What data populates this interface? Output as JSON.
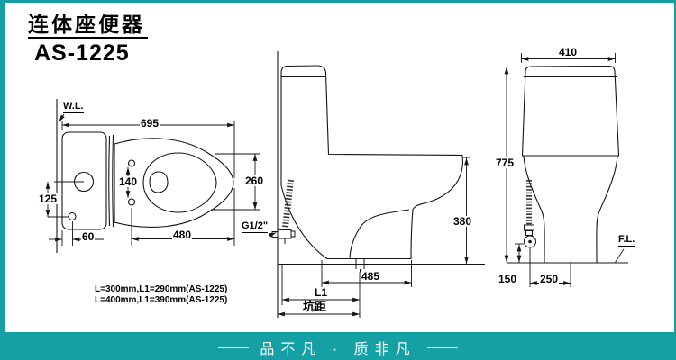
{
  "page": {
    "accent": "#15A0A6",
    "line_color": "#141414",
    "background": "#ffffff"
  },
  "header": {
    "title": "连体座便器",
    "model": "AS-1225"
  },
  "top_view": {
    "water_line_label": "W.L.",
    "dim_total_length": "695",
    "dim_inlet_to_button": "125",
    "dim_bolt_spacing": "140",
    "dim_inlet_offset": "60",
    "dim_seat_length": "480",
    "dim_opening_width": "260"
  },
  "side_view": {
    "inlet_label": "G1/2\"",
    "dim_bowl_height": "380",
    "dim_base_length": "485",
    "dim_l1": "L1",
    "pit_distance_label": "坑距"
  },
  "rear_view": {
    "dim_tank_width": "410",
    "dim_total_height": "775",
    "dim_valve_height": "150",
    "dim_valve_offset": "250",
    "floor_line_label": "F.L."
  },
  "notes": {
    "line1": "L=300mm,L1=290mm(AS-1225)",
    "line2": "L=400mm,L1=390mm(AS-1225)"
  },
  "banner": {
    "slogan": "品不凡 · 质非凡"
  }
}
